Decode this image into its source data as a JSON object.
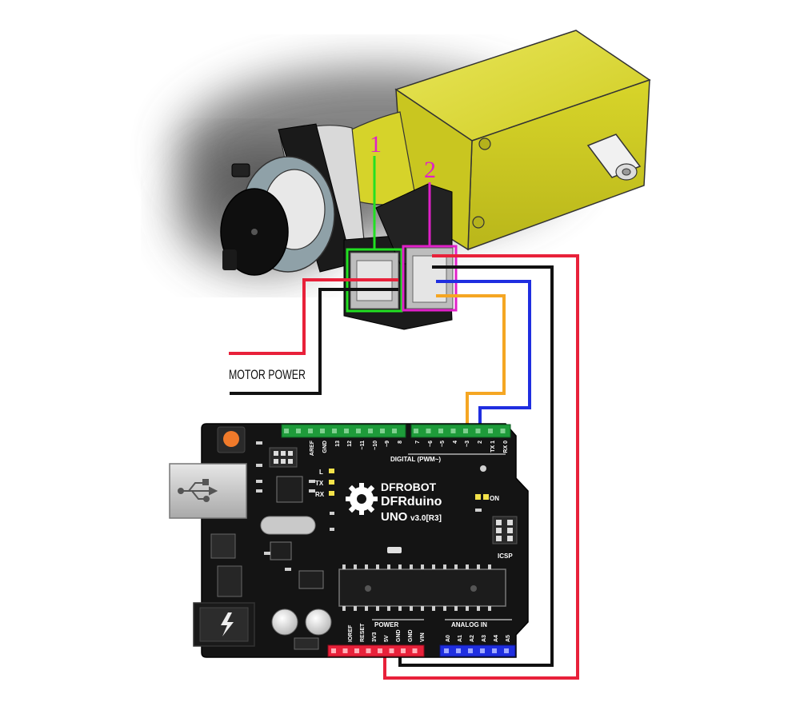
{
  "motor": {
    "label_power": "MOTOR POWER",
    "connector_1_label": "1",
    "connector_2_label": "2"
  },
  "board": {
    "brand": "DFROBOT",
    "model": "DFRduino",
    "model_line2": "UNO",
    "version": "v3.0[R3]",
    "digital_header": "DIGITAL (PWM~)",
    "power_header": "POWER",
    "analog_header": "ANALOG IN",
    "icsp_label": "ICSP",
    "on_label": "ON",
    "led_labels": [
      "L",
      "TX",
      "RX"
    ],
    "digital_pins": [
      "AREF",
      "GND",
      "13",
      "12",
      "~11",
      "~10",
      "~9",
      "8",
      "7",
      "~6",
      "~5",
      "4",
      "~3",
      "2",
      "TX 1",
      "RX 0"
    ],
    "power_pins": [
      "IOREF",
      "RESET",
      "3V3",
      "5V",
      "GND",
      "GND",
      "VIN"
    ],
    "analog_pins": [
      "A0",
      "A1",
      "A2",
      "A3",
      "A4",
      "A5"
    ]
  },
  "colors": {
    "wire_red": "#e8213a",
    "wire_black": "#111111",
    "wire_blue": "#1f2ee0",
    "wire_orange": "#f5a623",
    "wire_green": "#22e022",
    "wire_magenta": "#e020c8",
    "motor_yellow": "#d9d62a",
    "board_black": "#141414",
    "header_green": "#1e9b3a",
    "header_red": "#e8213a",
    "header_blue": "#1f2ee0"
  }
}
